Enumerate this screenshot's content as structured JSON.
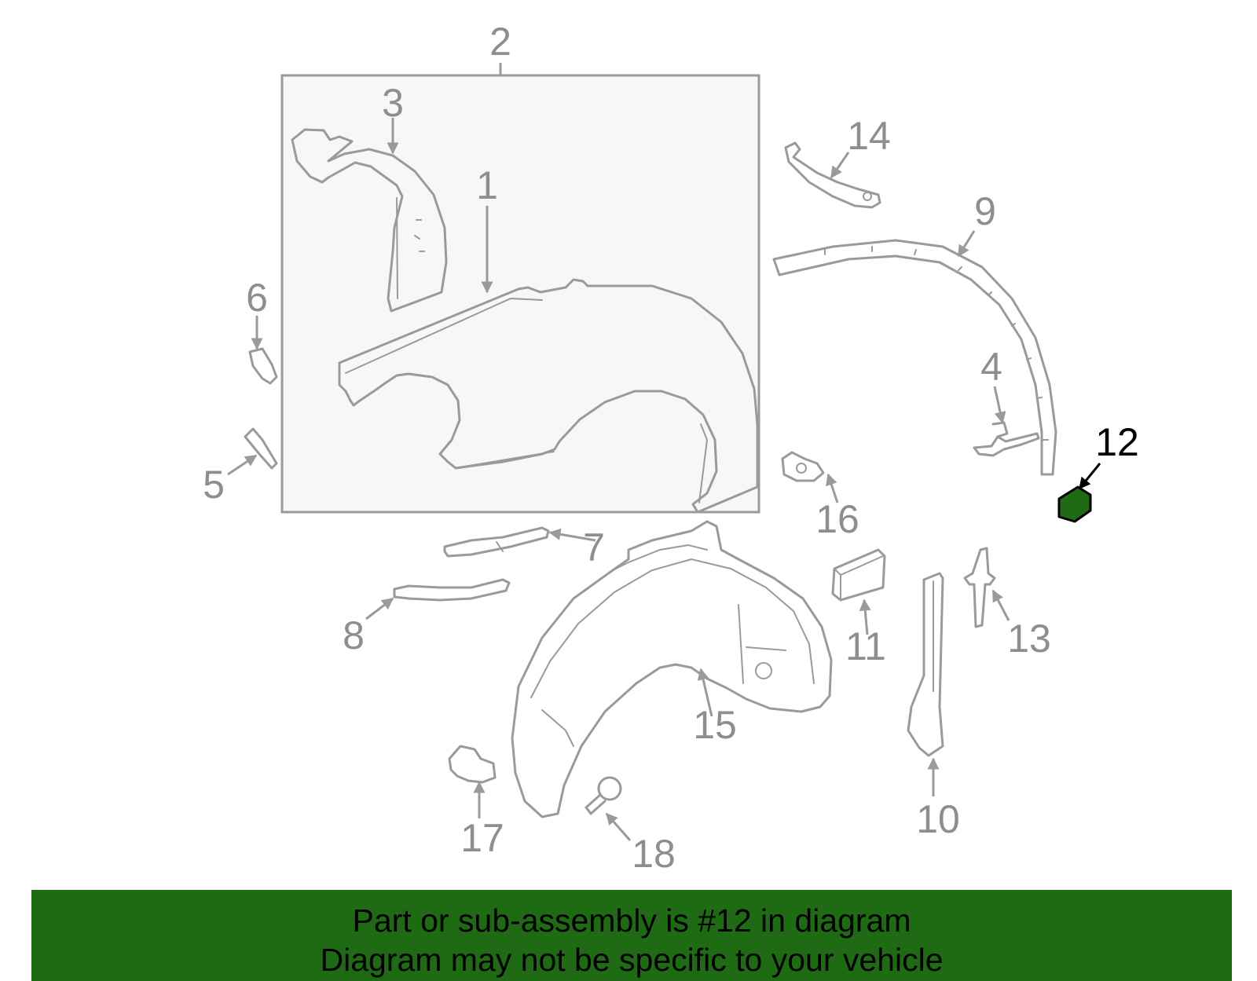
{
  "callouts": [
    {
      "id": "1",
      "label": "1"
    },
    {
      "id": "2",
      "label": "2"
    },
    {
      "id": "3",
      "label": "3"
    },
    {
      "id": "4",
      "label": "4"
    },
    {
      "id": "5",
      "label": "5"
    },
    {
      "id": "6",
      "label": "6"
    },
    {
      "id": "7",
      "label": "7"
    },
    {
      "id": "8",
      "label": "8"
    },
    {
      "id": "9",
      "label": "9"
    },
    {
      "id": "10",
      "label": "10"
    },
    {
      "id": "11",
      "label": "11"
    },
    {
      "id": "12",
      "label": "12"
    },
    {
      "id": "13",
      "label": "13"
    },
    {
      "id": "14",
      "label": "14"
    },
    {
      "id": "15",
      "label": "15"
    },
    {
      "id": "16",
      "label": "16"
    },
    {
      "id": "17",
      "label": "17"
    },
    {
      "id": "18",
      "label": "18"
    }
  ],
  "highlighted_part": "12",
  "colors": {
    "highlight_fill": "#1e6b13",
    "part_stroke": "#9a9a9a",
    "footer_bg": "#1e6b13",
    "subassembly_box_bg": "#f7f7f7"
  },
  "footer": {
    "line1": "Part or sub-assembly is #12 in diagram",
    "line2": "Diagram may not be specific to your vehicle"
  }
}
